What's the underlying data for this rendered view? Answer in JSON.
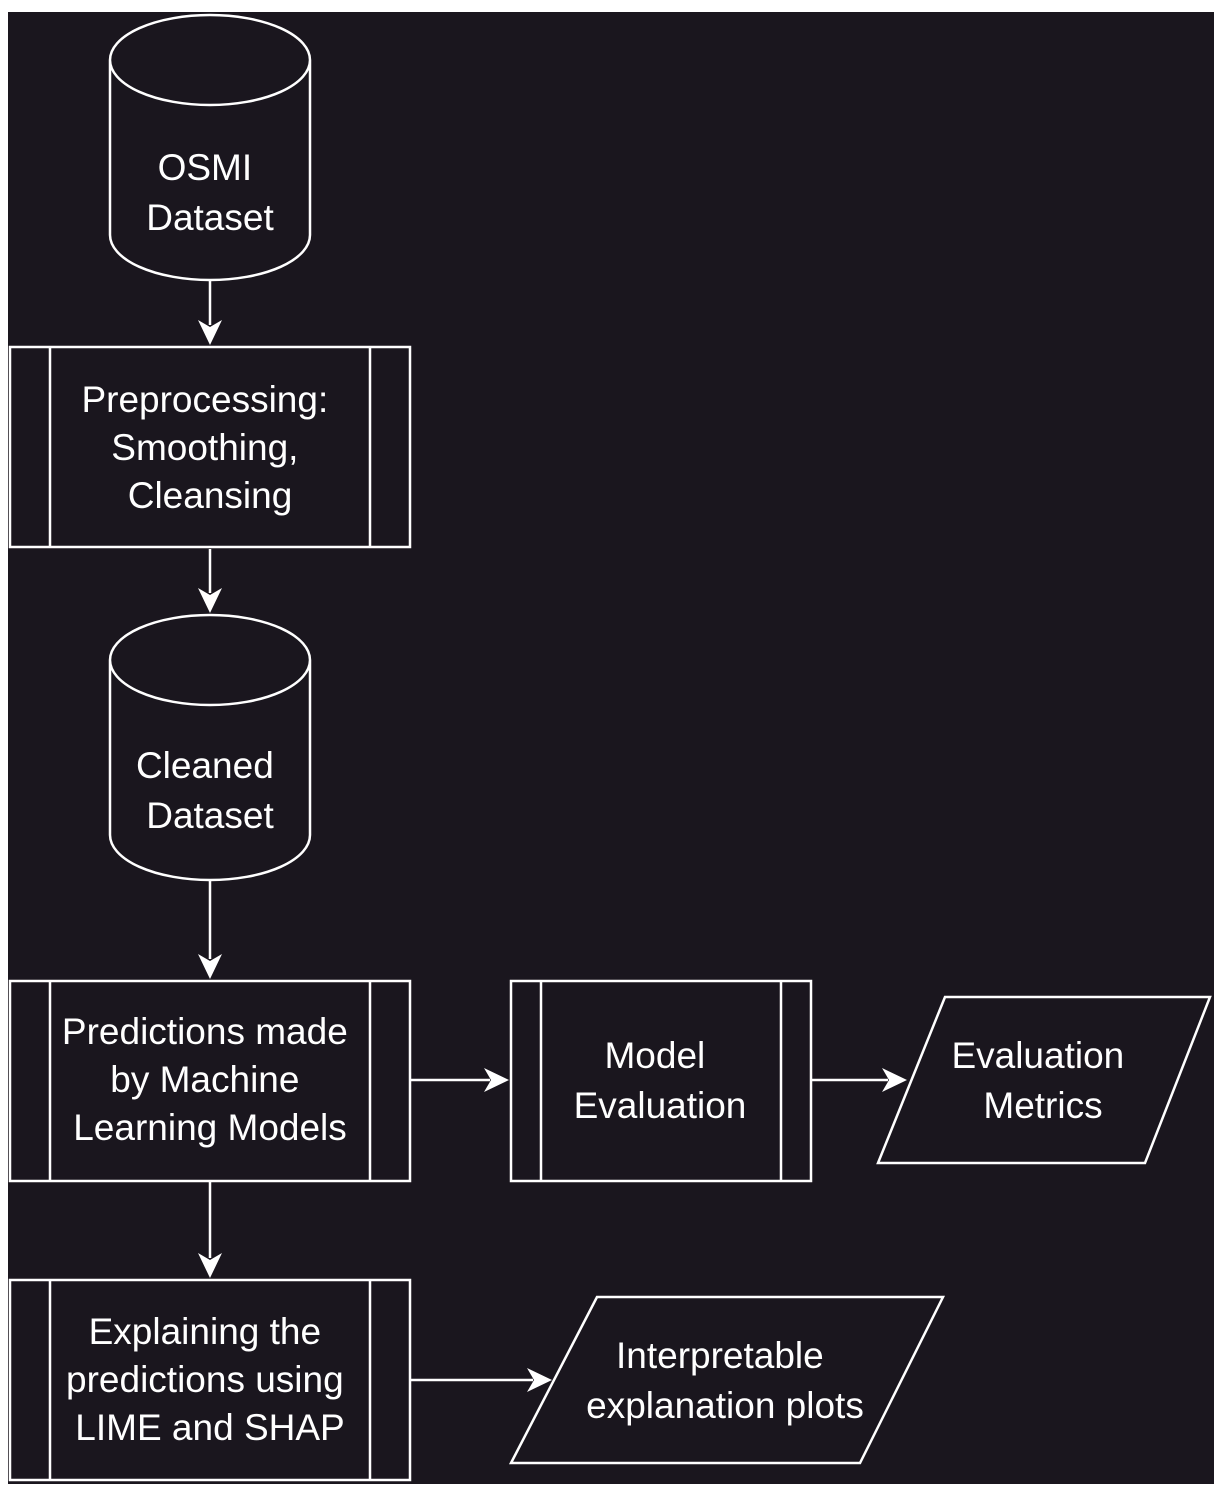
{
  "nodes": {
    "osmi_dataset": {
      "lines": [
        "OSMI",
        "Dataset"
      ]
    },
    "preprocessing": {
      "lines": [
        "Preprocessing:",
        "Smoothing,",
        "Cleansing"
      ]
    },
    "cleaned_dataset": {
      "lines": [
        "Cleaned",
        "Dataset"
      ]
    },
    "predictions": {
      "lines": [
        "Predictions made",
        "by Machine",
        "Learning Models"
      ]
    },
    "model_evaluation": {
      "lines": [
        "Model",
        "Evaluation"
      ]
    },
    "evaluation_metrics": {
      "lines": [
        "Evaluation",
        "Metrics"
      ]
    },
    "explaining": {
      "lines": [
        "Explaining the",
        "predictions using",
        "LIME and SHAP"
      ]
    },
    "interpretable_plots": {
      "lines": [
        "Interpretable",
        "explanation plots"
      ]
    }
  },
  "edges": [
    {
      "from": "osmi_dataset",
      "to": "preprocessing"
    },
    {
      "from": "preprocessing",
      "to": "cleaned_dataset"
    },
    {
      "from": "cleaned_dataset",
      "to": "predictions"
    },
    {
      "from": "predictions",
      "to": "model_evaluation"
    },
    {
      "from": "model_evaluation",
      "to": "evaluation_metrics"
    },
    {
      "from": "predictions",
      "to": "explaining"
    },
    {
      "from": "explaining",
      "to": "interpretable_plots"
    }
  ],
  "colors": {
    "background": "#1a161e",
    "foreground": "#ffffff"
  }
}
